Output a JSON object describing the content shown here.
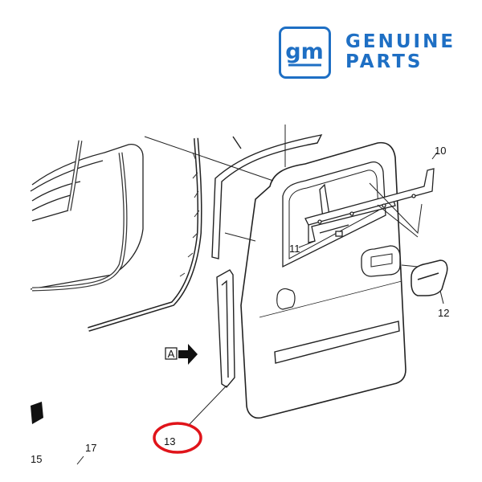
{
  "logo": {
    "mark_text": "gm",
    "brand_line1": "GENUINE",
    "brand_line2": "PARTS",
    "brand_color": "#1e6fc4"
  },
  "diagram": {
    "view_marker": "A",
    "callouts": {
      "c10": "10",
      "c11": "11",
      "c12": "12",
      "c13": "13",
      "c15": "15",
      "c17": "17"
    },
    "highlight_color": "#e0141a"
  }
}
